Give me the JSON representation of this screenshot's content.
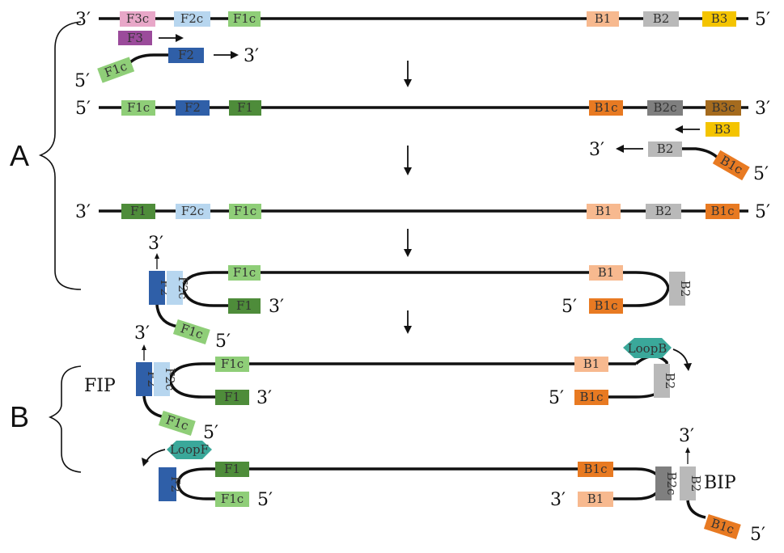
{
  "colors": {
    "F3c": "#e8a7c8",
    "F3": "#9b4b9b",
    "F2c": "#b7d6ef",
    "F2": "#2f5fa8",
    "F1c": "#8fce78",
    "F1": "#4e8c3a",
    "B1": "#f7b98f",
    "B1c": "#e87a22",
    "B2": "#b9b9b9",
    "B2c": "#7f7f7f",
    "B3": "#f4c400",
    "B3c": "#a56b1e",
    "Loop": "#3aa89a"
  },
  "section_labels": {
    "a": "A",
    "b": "B"
  },
  "probe_labels": {
    "fip": "FIP",
    "bip": "BIP"
  },
  "ends": {
    "three": "3′",
    "five": "5′"
  },
  "regions": {
    "F3c": "F3c",
    "F3": "F3",
    "F2c": "F2c",
    "F2": "F2",
    "F1c": "F1c",
    "F1": "F1",
    "B1": "B1",
    "B1c": "B1c",
    "B2": "B2",
    "B2c": "B2c",
    "B3": "B3",
    "B3c": "B3c",
    "LoopB": "LoopB",
    "LoopF": "LoopF"
  }
}
